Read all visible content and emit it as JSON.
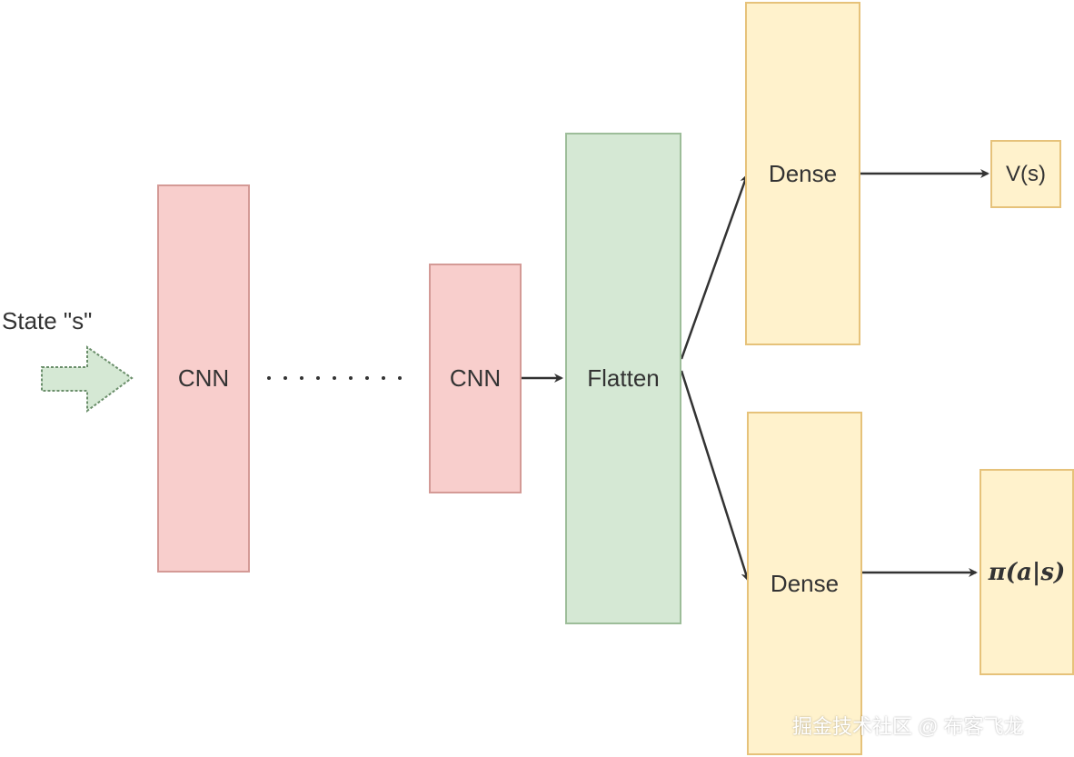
{
  "input": {
    "label": "State \"s\""
  },
  "layers": {
    "cnn_first": "CNN",
    "cnn_last": "CNN",
    "flatten": "Flatten",
    "dense_value": "Dense",
    "dense_policy": "Dense"
  },
  "outputs": {
    "value": "V(s)",
    "policy": "π(a|s)"
  },
  "watermark": "掘金技术社区 @ 布客飞龙",
  "colors": {
    "cnn_fill": "#f8cecc",
    "flatten_fill": "#d5e8d4",
    "dense_fill": "#fff2cc",
    "input_arrow_fill": "#d5e8d4",
    "edge": "#333333"
  },
  "icons": {
    "input_arrow": "block-arrow-right",
    "ellipsis": "dotted-line"
  }
}
